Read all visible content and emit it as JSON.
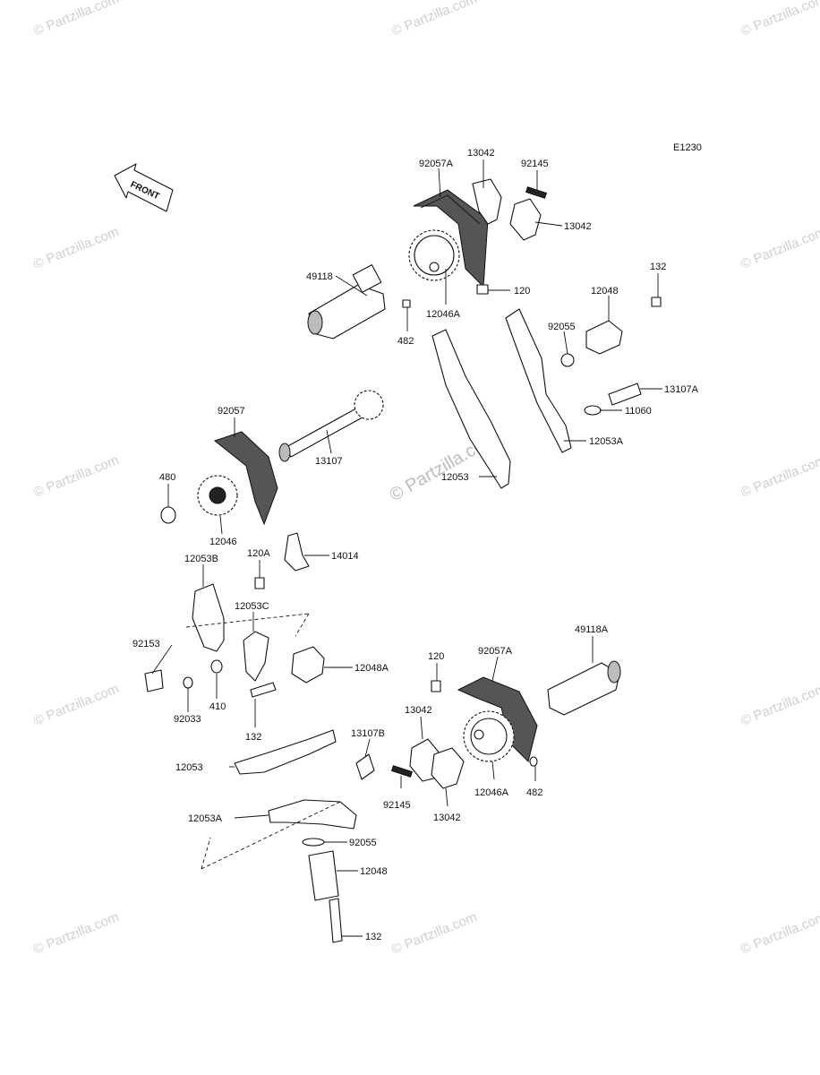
{
  "diagram": {
    "code": "E1230",
    "front_label": "FRONT",
    "watermark_text": "© Partzilla.com",
    "center_watermark": "© Partzilla.com",
    "parts": [
      {
        "id": "p-92057a-top",
        "label": "92057A"
      },
      {
        "id": "p-13042-top-a",
        "label": "13042"
      },
      {
        "id": "p-92145-top",
        "label": "92145"
      },
      {
        "id": "p-13042-top-b",
        "label": "13042"
      },
      {
        "id": "p-49118",
        "label": "49118"
      },
      {
        "id": "p-120-top",
        "label": "120"
      },
      {
        "id": "p-12046a-top",
        "label": "12046A"
      },
      {
        "id": "p-482-top",
        "label": "482"
      },
      {
        "id": "p-132-top",
        "label": "132"
      },
      {
        "id": "p-12048-top",
        "label": "12048"
      },
      {
        "id": "p-92055-top",
        "label": "92055"
      },
      {
        "id": "p-13107a",
        "label": "13107A"
      },
      {
        "id": "p-11060",
        "label": "11060"
      },
      {
        "id": "p-12053a-top",
        "label": "12053A"
      },
      {
        "id": "p-92057",
        "label": "92057"
      },
      {
        "id": "p-13107",
        "label": "13107"
      },
      {
        "id": "p-12053-top",
        "label": "12053"
      },
      {
        "id": "p-480",
        "label": "480"
      },
      {
        "id": "p-12046",
        "label": "12046"
      },
      {
        "id": "p-120a",
        "label": "120A"
      },
      {
        "id": "p-14014",
        "label": "14014"
      },
      {
        "id": "p-12053b",
        "label": "12053B"
      },
      {
        "id": "p-12053c",
        "label": "12053C"
      },
      {
        "id": "p-92153",
        "label": "92153"
      },
      {
        "id": "p-12048a",
        "label": "12048A"
      },
      {
        "id": "p-410",
        "label": "410"
      },
      {
        "id": "p-92033",
        "label": "92033"
      },
      {
        "id": "p-132-mid",
        "label": "132"
      },
      {
        "id": "p-120-bot",
        "label": "120"
      },
      {
        "id": "p-92057a-bot",
        "label": "92057A"
      },
      {
        "id": "p-49118a",
        "label": "49118A"
      },
      {
        "id": "p-13042-bot-a",
        "label": "13042"
      },
      {
        "id": "p-13107b",
        "label": "13107B"
      },
      {
        "id": "p-12053-bot",
        "label": "12053"
      },
      {
        "id": "p-92145-bot",
        "label": "92145"
      },
      {
        "id": "p-13042-bot-b",
        "label": "13042"
      },
      {
        "id": "p-12046a-bot",
        "label": "12046A"
      },
      {
        "id": "p-482-bot",
        "label": "482"
      },
      {
        "id": "p-12053a-bot",
        "label": "12053A"
      },
      {
        "id": "p-92055-bot",
        "label": "92055"
      },
      {
        "id": "p-12048-bot",
        "label": "12048"
      },
      {
        "id": "p-132-bot",
        "label": "132"
      }
    ]
  }
}
